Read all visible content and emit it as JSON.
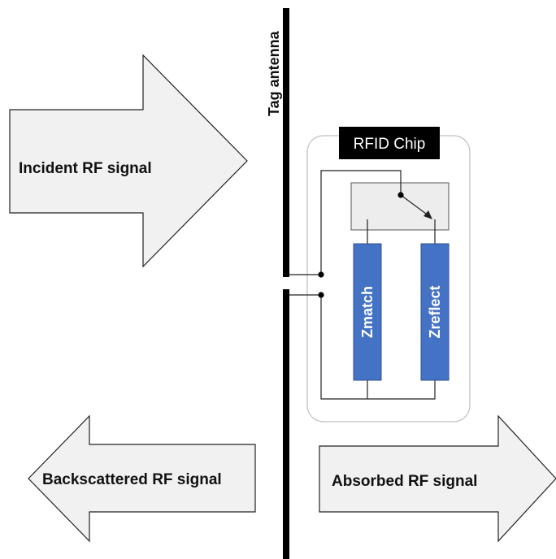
{
  "labels": {
    "antenna": "Tag antenna",
    "incident": "Incident RF signal",
    "backscattered": "Backscattered RF signal",
    "absorbed": "Absorbed RF signal",
    "chip": "RFID Chip",
    "zmatch": "Zmatch",
    "zreflect": "Zreflect"
  },
  "colors": {
    "arrow_fill": "#f1f1f1",
    "resistor_fill": "#4472c4",
    "chip_label_bg": "#000000",
    "switch_box_fill": "#ededed"
  }
}
